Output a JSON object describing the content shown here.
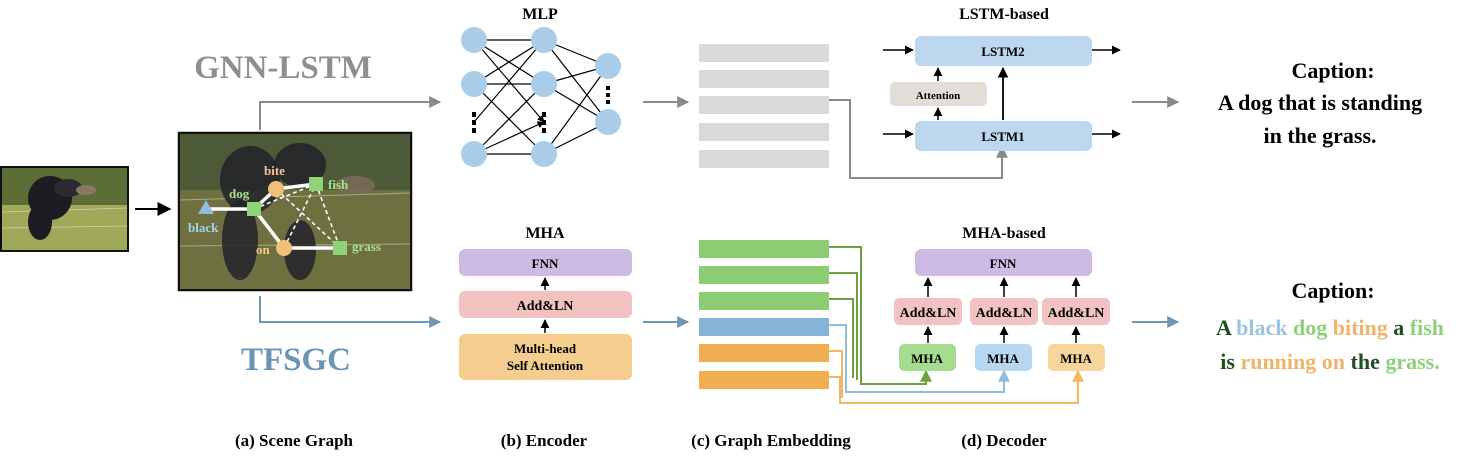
{
  "pipelines": {
    "top_name": "GNN-LSTM",
    "bottom_name": "TFSGC"
  },
  "scene_graph": {
    "nodes": {
      "dog": "dog",
      "bite": "bite",
      "fish": "fish",
      "black": "black",
      "on": "on",
      "grass": "grass"
    }
  },
  "encoder": {
    "mlp_title": "MLP",
    "mha_title": "MHA",
    "fnn_label": "FNN",
    "addln_label": "Add&LN",
    "mhsa_label_line1": "Multi-head",
    "mhsa_label_line2": "Self Attention"
  },
  "decoder": {
    "lstm_title": "LSTM-based",
    "lstm2_label": "LSTM2",
    "lstm1_label": "LSTM1",
    "attention_label": "Attention",
    "mha_title": "MHA-based",
    "fnn_label": "FNN",
    "addln_labels": [
      "Add&LN",
      "Add&LN",
      "Add&LN"
    ],
    "mha_labels": [
      "MHA",
      "MHA",
      "MHA"
    ]
  },
  "captions": {
    "top_title": "Caption:",
    "top_line1": "A dog that is standing",
    "top_line2": "in the grass.",
    "bottom_title": "Caption:",
    "bottom_words_line1": [
      {
        "text": "A",
        "color": "#1f4e1f"
      },
      {
        "text": "black",
        "color": "#9cc3e0"
      },
      {
        "text": "dog",
        "color": "#8fcf7a"
      },
      {
        "text": "biting",
        "color": "#f0b36a"
      },
      {
        "text": "a",
        "color": "#1f4e1f"
      },
      {
        "text": "fish",
        "color": "#8fcf7a"
      }
    ],
    "bottom_words_line2": [
      {
        "text": "is",
        "color": "#1f4e1f"
      },
      {
        "text": "running",
        "color": "#f0b36a"
      },
      {
        "text": "on",
        "color": "#f0b36a"
      },
      {
        "text": "the",
        "color": "#1f4e1f"
      },
      {
        "text": "grass.",
        "color": "#8fcf7a"
      }
    ]
  },
  "panel_labels": {
    "a": "(a) Scene Graph",
    "b": "(b) Encoder",
    "c": "(c) Graph Embedding",
    "d": "(d) Decoder"
  },
  "colors": {
    "gray_arrow": "#8a8a8a",
    "blue_arrow": "#6f97b5",
    "mlp_node": "#a9cde9",
    "lstm_box": "#bcd7ee",
    "attention_box": "#e3ddd7",
    "fnn_box": "#cdbbe3",
    "addln_box": "#f2c2c0",
    "mhsa_box": "#f5cd8f",
    "embed_gray": "#d9d9d9",
    "embed_green": "#8ccc72",
    "embed_blue": "#86b3d8",
    "embed_orange": "#f1ad52",
    "mha_green": "#a5dc90",
    "mha_blue": "#b8d8f1",
    "mha_orange": "#f8d59b",
    "green_line": "#6e9f3f",
    "blue_line": "#8fbde0",
    "orange_line": "#f2b760",
    "pipeline_top_text": "#8f8f8f",
    "pipeline_bottom_text": "#6b95b4"
  }
}
